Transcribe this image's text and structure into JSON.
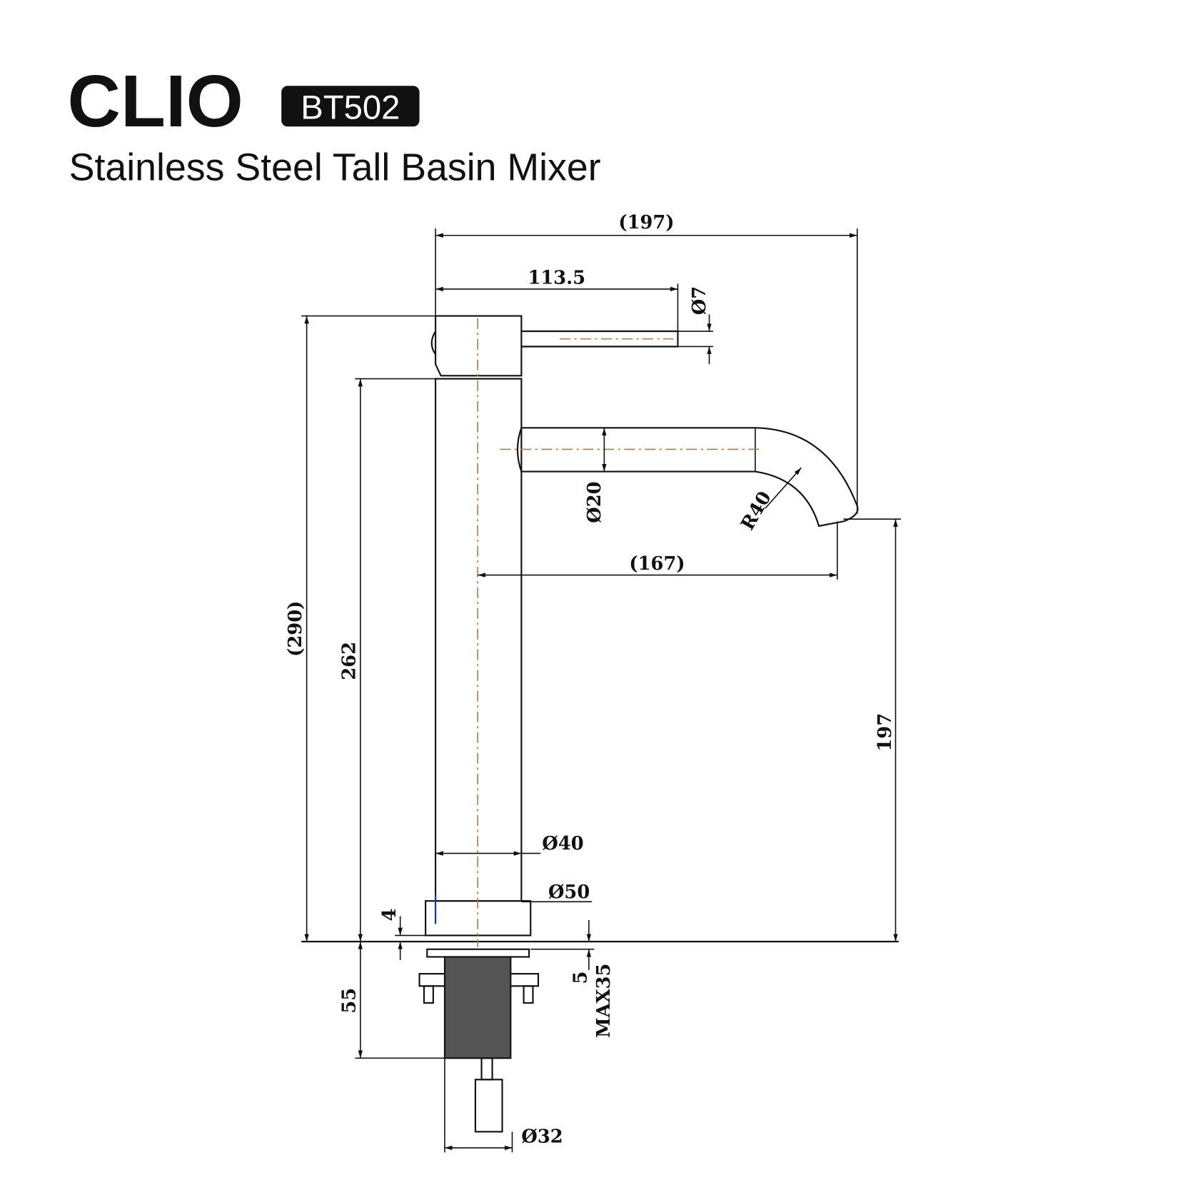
{
  "header": {
    "title": "CLIO",
    "model_badge": "BT502",
    "subtitle": "Stainless Steel Tall Basin Mixer"
  },
  "dimensions": {
    "overall_reach": "(197)",
    "handle_length": "113.5",
    "handle_diameter": "Ø7",
    "overall_height": "(290)",
    "body_height": "262",
    "spout_diameter": "Ø20",
    "spout_radius": "R40",
    "spout_reach": "(167)",
    "spout_height": "197",
    "body_diameter": "Ø40",
    "flange_diameter": "Ø50",
    "flange_height": "4",
    "counter_thickness": "5",
    "counter_max": "MAX35",
    "shank_length": "55",
    "shank_diameter": "Ø32"
  },
  "colors": {
    "centerline": "#b07a4a",
    "badge": "#111111"
  }
}
